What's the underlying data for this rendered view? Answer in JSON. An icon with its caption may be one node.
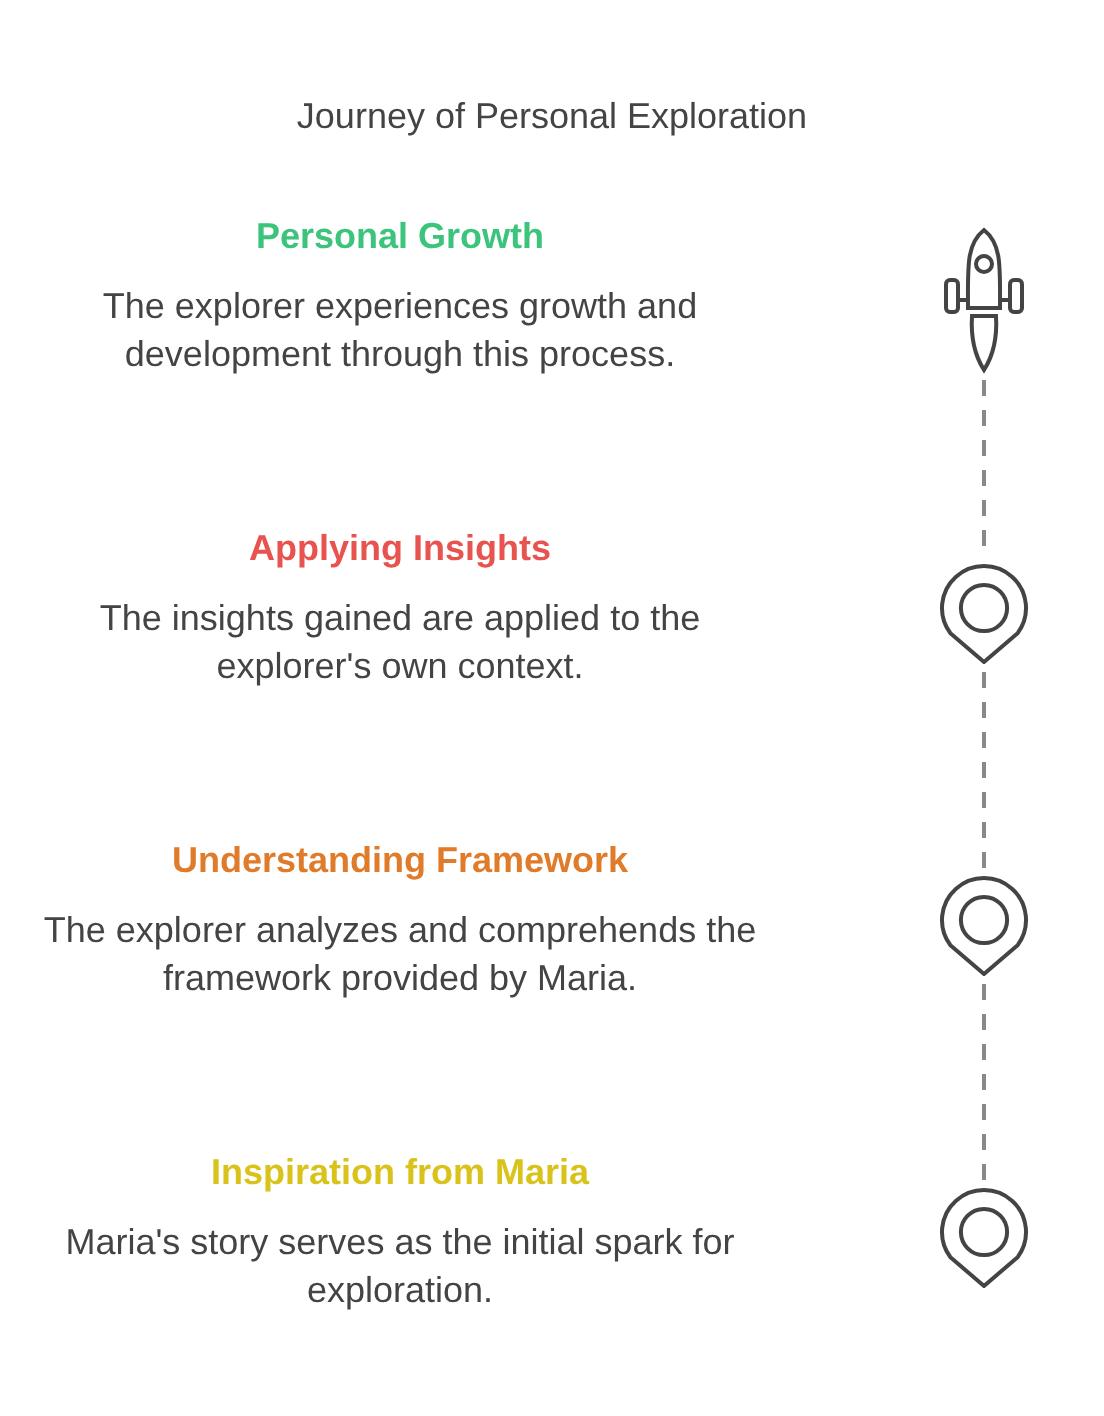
{
  "diagram": {
    "title": "Journey of Personal Exploration",
    "nodes": [
      {
        "text": [
          "Personal Growth",
          "The explorer experiences growth and development through this process."
        ]
      },
      {
        "text": [
          "Applying Insights",
          "The insights gained are applied to the explorer's own context."
        ]
      },
      {
        "text": [
          "Understanding Framework",
          "The explorer analyzes and comprehends the framework provided by Maria."
        ]
      },
      {
        "text": [
          "Inspiration from Maria",
          "Maria's story serves as the initial spark for exploration."
        ]
      },
      {
        "text": [],
        "shape": "rocket"
      },
      {
        "text": [],
        "shape": "pin"
      },
      {
        "text": [],
        "shape": "pin"
      },
      {
        "text": [],
        "shape": "pin"
      }
    ],
    "edges": [
      {
        "from": 4,
        "to": 5,
        "arrow": "none",
        "style": "dashed"
      },
      {
        "from": 5,
        "to": 6,
        "arrow": "none",
        "style": "dashed"
      },
      {
        "from": 6,
        "to": 7,
        "arrow": "none",
        "style": "dashed"
      }
    ]
  }
}
